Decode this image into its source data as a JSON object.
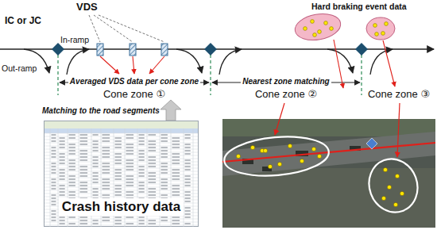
{
  "diagram": {
    "nodes": [
      {
        "text": [
          "Matching to the road segments",
          "Crash history data"
        ]
      }
    ],
    "labels": [
      "IC or JC",
      "VDS",
      "Hard braking event data",
      "Out-ramp",
      "In-ramp",
      "Averaged VDS data per cone zone",
      "Cone zone ①",
      "Nearest zone matching",
      "Cone zone ②",
      "Cone zone ③"
    ]
  }
}
